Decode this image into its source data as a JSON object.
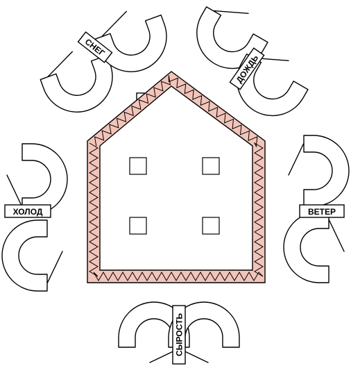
{
  "labels": {
    "snow": "СНЕГ",
    "rain": "ДОЖДЬ",
    "cold": "ХОЛОД",
    "wind": "ВЕТЕР",
    "damp": "СЫРОСТЬ"
  },
  "colors": {
    "insulation": "#f2c4ba",
    "outline": "#000000",
    "background": "#ffffff"
  },
  "icons": {
    "house": "house-icon",
    "arrows": "u-turn-arrow-icon"
  }
}
